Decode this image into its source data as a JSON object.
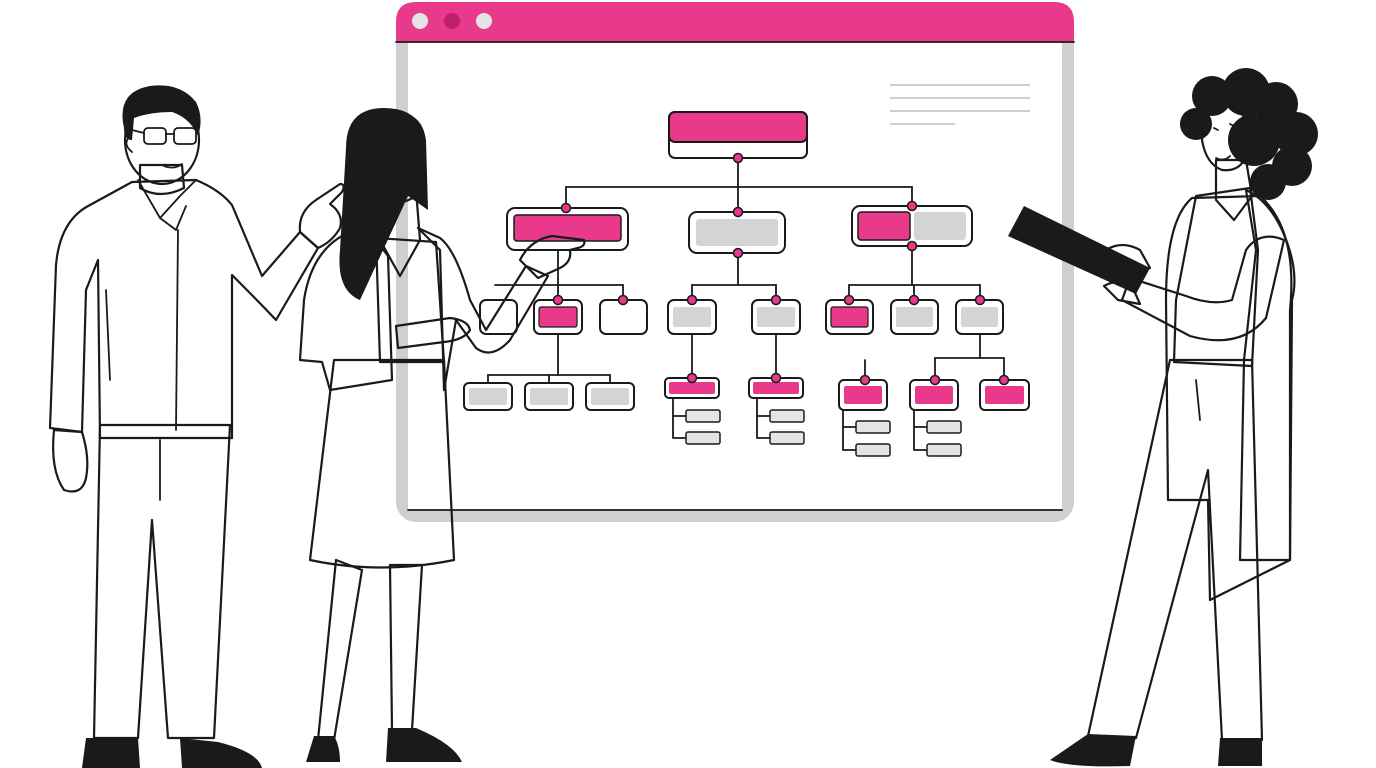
{
  "illustration": {
    "subject": "three-people-presenting-org-chart",
    "window_dots": [
      "dot-left",
      "dot-middle",
      "dot-right"
    ]
  },
  "colors": {
    "accent": "#e8398a",
    "accent_dark": "#c01f6c",
    "gray": "#d4d4d4",
    "gray_light": "#e4e4e4",
    "ink": "#1a1a1a",
    "frame": "#cfcfcf",
    "skirt": "#121212",
    "background": "#ffffff"
  }
}
